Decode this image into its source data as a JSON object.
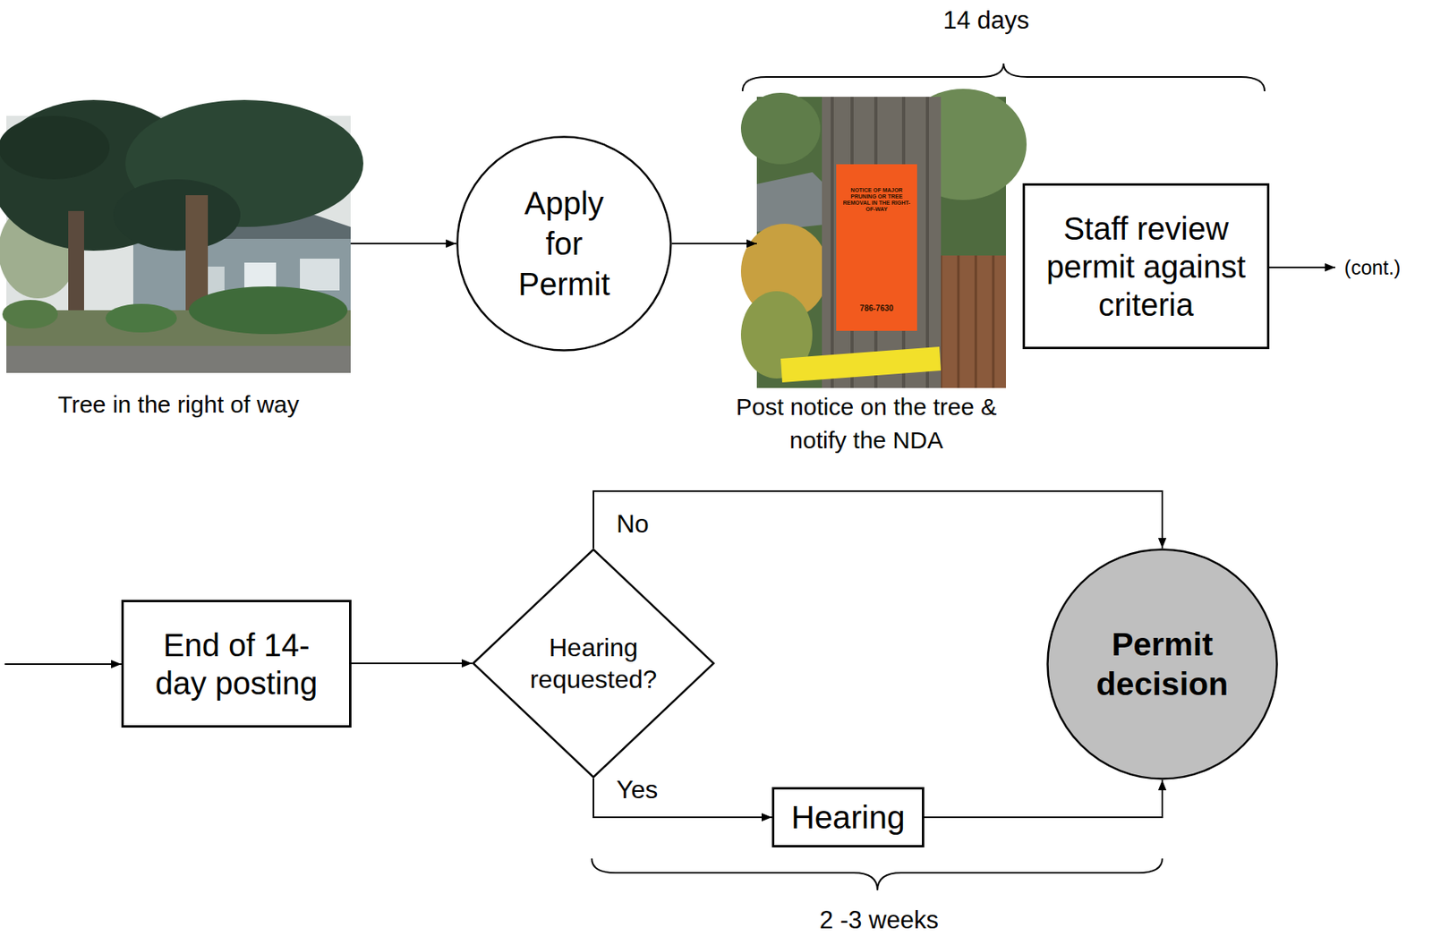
{
  "diagram": {
    "nodes": [
      {
        "text": [
          "Tree in the right of way"
        ]
      },
      {
        "text": [
          "Apply for Permit"
        ]
      },
      {
        "text": [
          "Post notice on the tree & notify the NDA"
        ]
      },
      {
        "text": [
          "Staff review permit against criteria"
        ]
      },
      {
        "text": [
          "End of 14-day posting"
        ]
      },
      {
        "text": [
          "Hearing requested?"
        ]
      },
      {
        "text": [
          "Hearing"
        ]
      },
      {
        "text": [
          "Permit decision"
        ]
      }
    ],
    "edges": [
      {
        "from": 0,
        "to": 1,
        "arrow": "to"
      },
      {
        "from": 1,
        "to": 2,
        "arrow": "to"
      },
      {
        "from": 4,
        "to": 5,
        "arrow": "to"
      },
      {
        "from": 5,
        "to": 7,
        "label": "No",
        "arrow": "to"
      },
      {
        "from": 5,
        "to": 6,
        "label": "Yes",
        "arrow": "to"
      },
      {
        "from": 6,
        "to": 7,
        "arrow": "to"
      }
    ],
    "labels": [
      "14 days",
      "NOTICE OF MAJOR PRUNING OR TREE REMOVAL IN THE RIGHT-OF-WAY",
      "786-7630",
      "(cont.)",
      "2 -3 weeks"
    ]
  }
}
